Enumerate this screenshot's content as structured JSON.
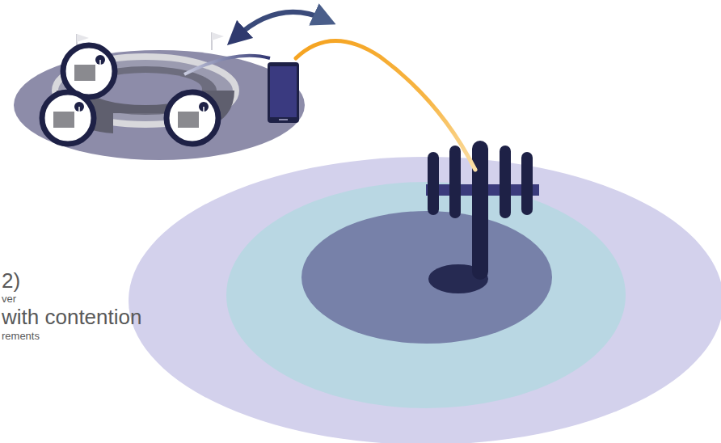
{
  "diagram": {
    "labels": [
      "2)",
      "ver",
      "with contention",
      "rements"
    ]
  }
}
